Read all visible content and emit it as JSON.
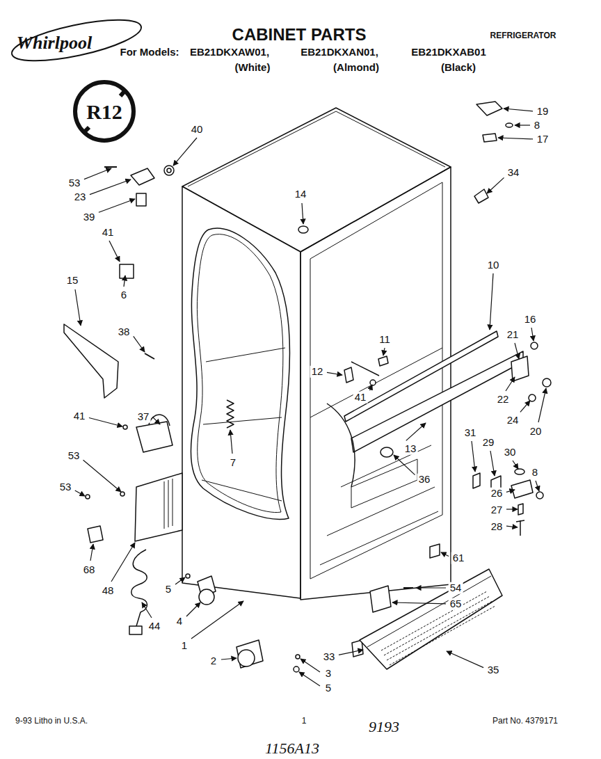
{
  "diagram": {
    "title": "CABINET PARTS",
    "labels": [
      "Whirlpool",
      "REFRIGERATOR",
      "For Models:",
      "EB21DKXAW01,",
      "EB21DKXAN01,",
      "EB21DKXAB01",
      "(White)",
      "(Almond)",
      "(Black)",
      "R12",
      "19",
      "8",
      "17",
      "40",
      "53",
      "23",
      "34",
      "14",
      "39",
      "41",
      "10",
      "15",
      "6",
      "16",
      "38",
      "21",
      "11",
      "12",
      "41",
      "22",
      "24",
      "20",
      "31",
      "29",
      "30",
      "13",
      "41",
      "37",
      "7",
      "8",
      "36",
      "53",
      "26",
      "27",
      "28",
      "53",
      "61",
      "54",
      "68",
      "5",
      "65",
      "48",
      "4",
      "44",
      "1",
      "2",
      "33",
      "3",
      "5",
      "35",
      "9-93 Litho in U.S.A.",
      "1",
      "9193",
      "Part No. 4379171",
      "1156A13"
    ]
  }
}
